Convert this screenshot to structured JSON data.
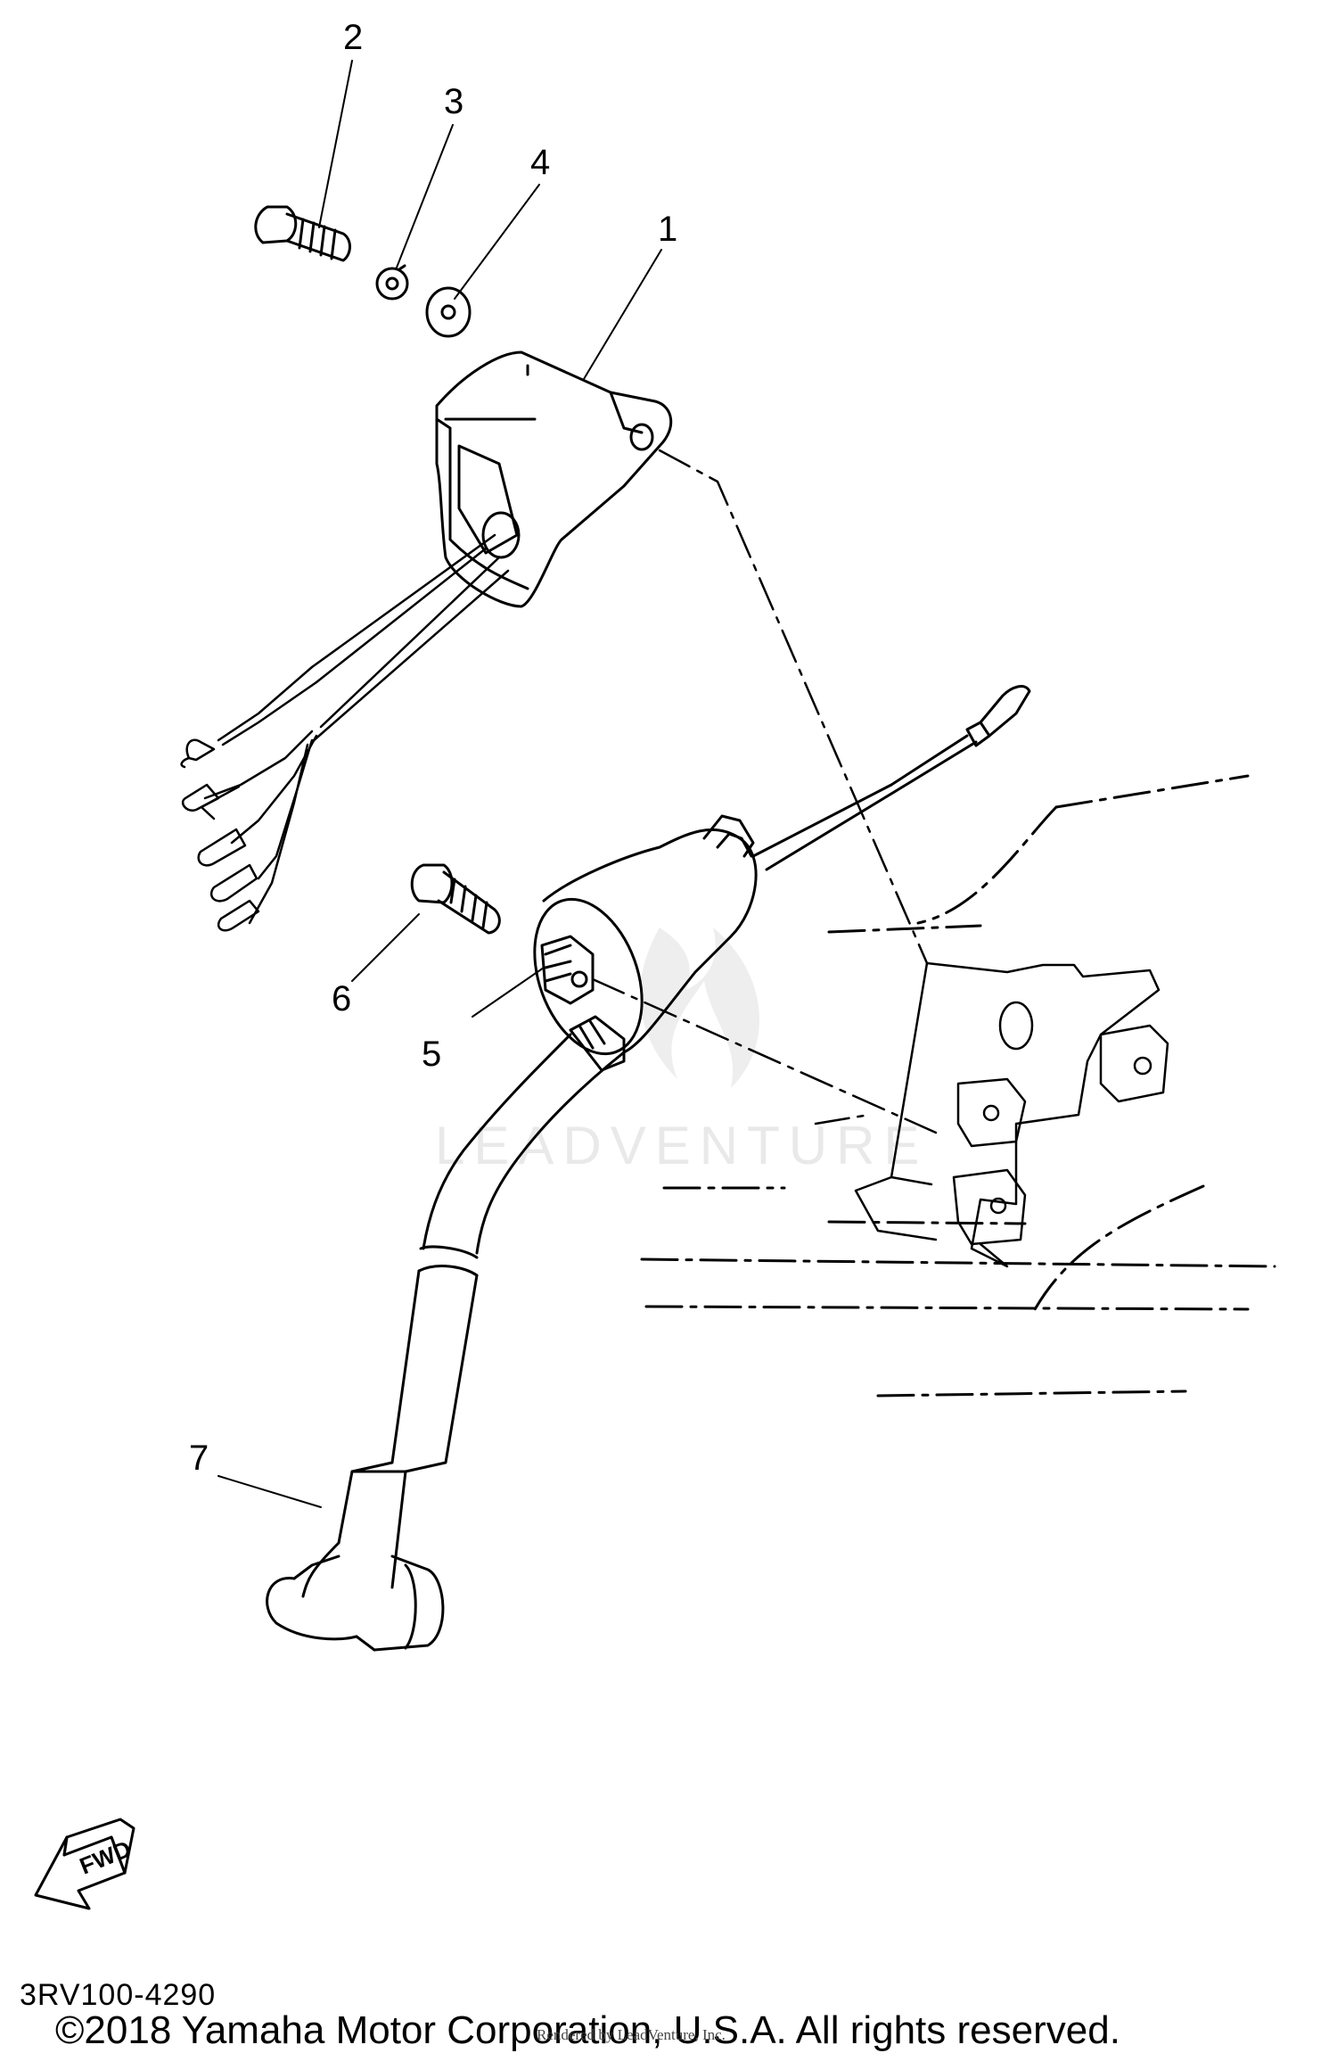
{
  "diagram": {
    "callouts": [
      {
        "number": "1"
      },
      {
        "number": "2"
      },
      {
        "number": "3"
      },
      {
        "number": "4"
      },
      {
        "number": "5"
      },
      {
        "number": "6"
      },
      {
        "number": "7"
      }
    ],
    "direction_arrow": "FWD",
    "watermark": "LEADVENTURE",
    "part_number": "3RV100-4290"
  },
  "footer": {
    "copyright": "©2018 Yamaha Motor Corporation, U.S.A. All rights reserved.",
    "rendered_by": "Rendered by LeadVenture, Inc."
  }
}
